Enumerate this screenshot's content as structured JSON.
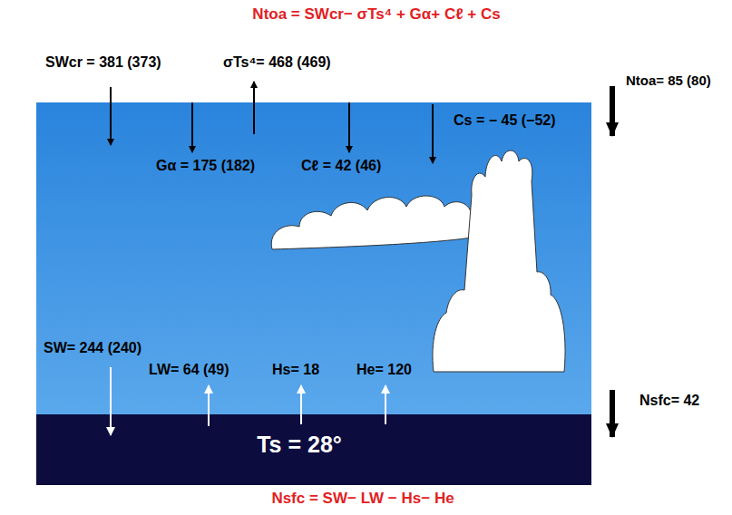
{
  "diagram": {
    "nodes": [
      {
        "text": [
          "Ts = 28°"
        ]
      }
    ],
    "labels": [
      "Ntoa = SWcr− σTs⁴ + Gα+ Cℓ + Cs",
      "SWcr = 381 (373)",
      "σTs⁴= 468 (469)",
      "Ntoa= 85 (80)",
      "Gα = 175 (182)",
      "Cℓ = 42 (46)",
      "Cs = − 45 (−52)",
      "SW= 244 (240)",
      "LW= 64 (49)",
      "Hs= 18",
      "He= 120",
      "Nsfc= 42",
      "Nsfc = SW− LW − Hs− He"
    ]
  }
}
